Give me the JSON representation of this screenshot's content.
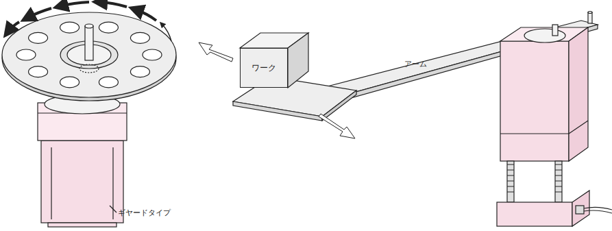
{
  "diagram": {
    "nodes": [
      {
        "text": [
          "ワーク"
        ]
      }
    ],
    "labels": [
      "アーム",
      "ギヤードタイプ"
    ]
  }
}
